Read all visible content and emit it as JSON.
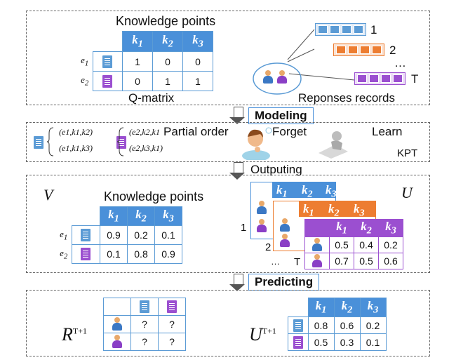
{
  "modeling_panel": {
    "title": "Knowledge points",
    "q_label": "Q-matrix",
    "headers": [
      "k1",
      "k2",
      "k3"
    ],
    "rows": [
      {
        "label": "e1",
        "values": [
          "1",
          "0",
          "0"
        ]
      },
      {
        "label": "e2",
        "values": [
          "0",
          "1",
          "1"
        ]
      }
    ],
    "records_label": "Reponses records",
    "record_ids": [
      "1",
      "2",
      "…",
      "T"
    ]
  },
  "steps": {
    "modeling": "Modeling",
    "outputing": "Outputing",
    "predicting": "Predicting"
  },
  "kpt_panel": {
    "order_e1": [
      "(e1,k1,k2)",
      "(e1,k1,k3)"
    ],
    "order_e2": [
      "(e2,k2,k1",
      "(e2,k3,k1)"
    ],
    "partial_order": "Partial order",
    "forget": "Forget",
    "learn": "Learn",
    "kpt": "KPT"
  },
  "output_panel": {
    "v_symbol": "V",
    "u_symbol": "U",
    "title": "Knowledge points",
    "headers": [
      "k1",
      "k2",
      "k3"
    ],
    "v_rows": [
      {
        "label": "e1",
        "values": [
          "0.9",
          "0.2",
          "0.1"
        ]
      },
      {
        "label": "e2",
        "values": [
          "0.1",
          "0.8",
          "0.9"
        ]
      }
    ],
    "u_rows": [
      [
        "0.5",
        "0.4",
        "0.2"
      ],
      [
        "0.7",
        "0.5",
        "0.6"
      ]
    ],
    "layer_labels": [
      "1",
      "2",
      "…",
      "T"
    ]
  },
  "predict_panel": {
    "r_symbol": "R",
    "r_sup": "T+1",
    "r_cells": [
      [
        "?",
        "?"
      ],
      [
        "?",
        "?"
      ]
    ],
    "u_symbol": "U",
    "u_sup": "T+1",
    "headers": [
      "k1",
      "k2",
      "k3"
    ],
    "u_rows": [
      [
        "0.8",
        "0.6",
        "0.2"
      ],
      [
        "0.5",
        "0.3",
        "0.1"
      ]
    ]
  },
  "colors": {
    "blue": "#4a90d9",
    "orange": "#ed7d31",
    "purple": "#9b4fd0"
  }
}
